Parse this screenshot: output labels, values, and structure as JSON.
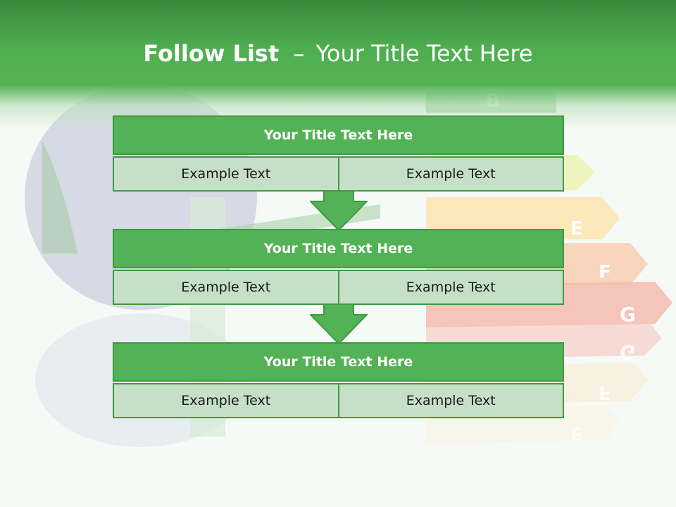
{
  "title": {
    "bold": "Follow List",
    "separator": "–",
    "rest": "Your Title Text Here"
  },
  "steps": [
    {
      "title": "Your Title Text Here",
      "left": "Example Text",
      "right": "Example Text"
    },
    {
      "title": "Your Title Text Here",
      "left": "Example Text",
      "right": "Example Text"
    },
    {
      "title": "Your Title Text Here",
      "left": "Example Text",
      "right": "Example Text"
    }
  ],
  "background": {
    "rating_letters": [
      "B",
      "E",
      "F",
      "G",
      "G",
      "F",
      "E"
    ]
  },
  "colors": {
    "header": "#54b254",
    "step_title": "#53b255",
    "step_cell": "#c5e0c7",
    "border": "#3f9a41"
  }
}
